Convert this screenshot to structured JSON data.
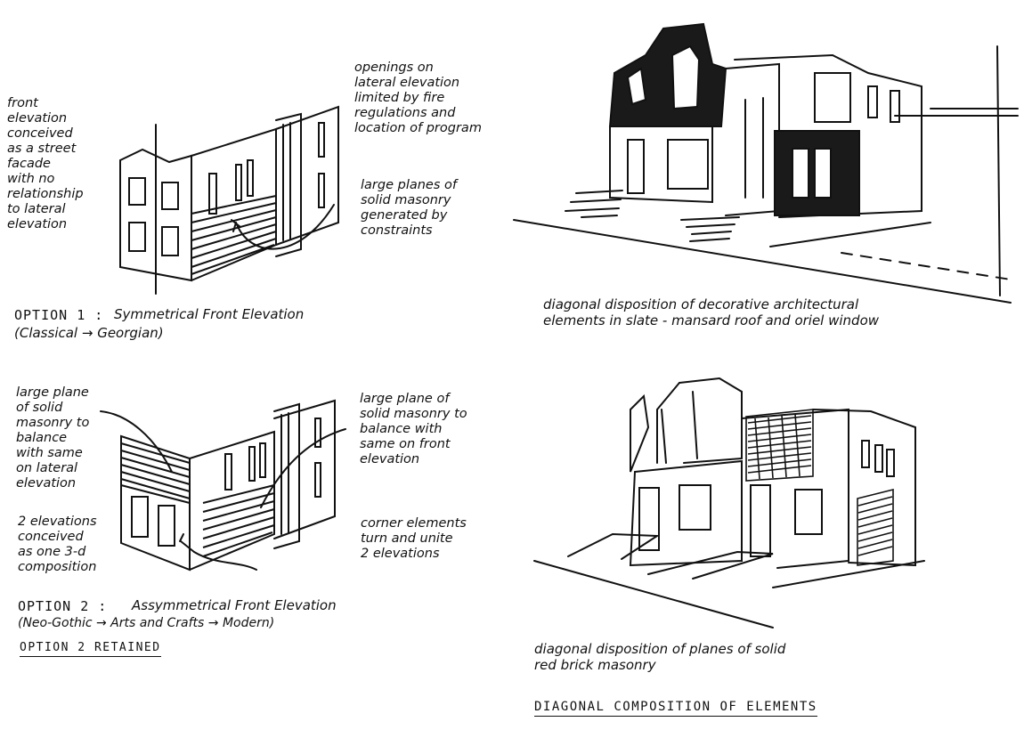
{
  "option1": {
    "heading_prefix": "OPTION 1 :",
    "heading_title": "Symmetrical Front Elevation",
    "heading_sub": "(Classical → Georgian)",
    "note_left": "front\nelevation\nconceived\nas a street\nfacade\nwith no\nrelationship\nto lateral\nelevation",
    "note_top_right": "openings on\nlateral elevation\nlimited by fire\nregulations and\nlocation of program",
    "note_mid_right": "large planes of\nsolid masonry\ngenerated by\nconstraints"
  },
  "option2": {
    "heading_prefix": "OPTION 2 :",
    "heading_title": "Assymmetrical Front Elevation",
    "heading_sub": "(Neo-Gothic → Arts and Crafts → Modern)",
    "retained": "OPTION 2 RETAINED",
    "note_left_top": "large plane\nof solid\nmasonry to\nbalance\nwith same\non lateral\nelevation",
    "note_left_bottom": "2 elevations\nconceived\nas one 3-d\ncomposition",
    "note_right_top": "large plane of\nsolid masonry to\nbalance with\nsame on front\nelevation",
    "note_right_bottom": "corner elements\nturn and unite\n2 elevations"
  },
  "right": {
    "caption_top": "diagonal disposition of decorative architectural\nelements in slate - mansard roof and oriel window",
    "caption_bottom": "diagonal disposition of planes of solid\nred brick masonry",
    "title": "DIAGONAL COMPOSITION OF ELEMENTS"
  }
}
